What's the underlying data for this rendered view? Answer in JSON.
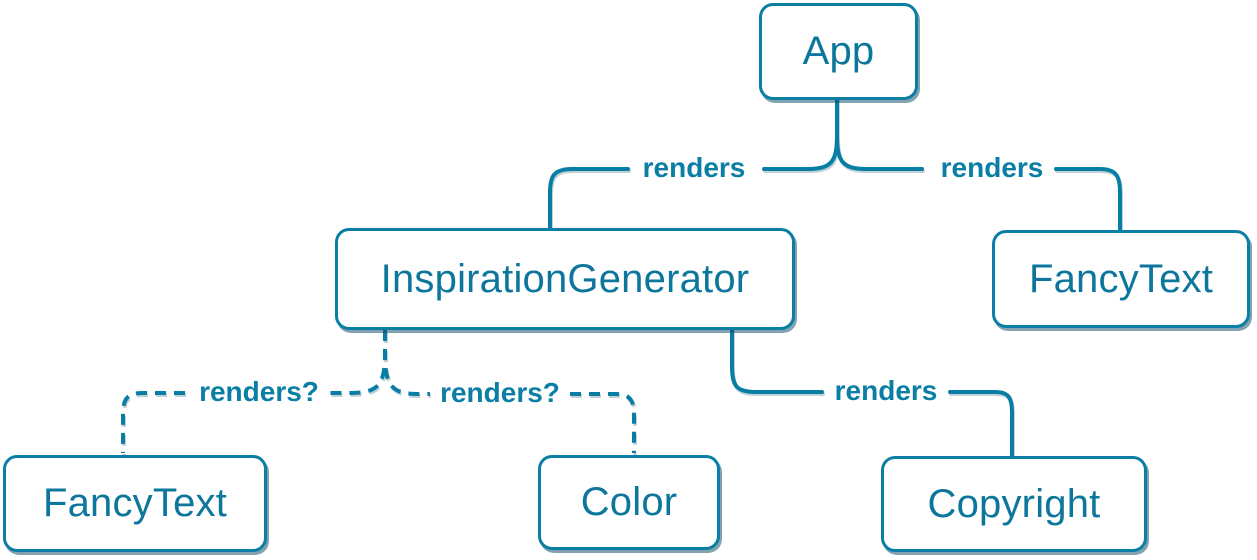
{
  "nodes": [
    {
      "id": "app",
      "label": "App"
    },
    {
      "id": "inspiration-generator",
      "label": "InspirationGenerator"
    },
    {
      "id": "fancy-text-top",
      "label": "FancyText"
    },
    {
      "id": "fancy-text-bottom",
      "label": "FancyText"
    },
    {
      "id": "color",
      "label": "Color"
    },
    {
      "id": "copyright",
      "label": "Copyright"
    }
  ],
  "edges": [
    {
      "from": "App",
      "to": "InspirationGenerator",
      "label": "renders",
      "style": "solid"
    },
    {
      "from": "App",
      "to": "FancyText",
      "label": "renders",
      "style": "solid"
    },
    {
      "from": "InspirationGenerator",
      "to": "FancyText",
      "label": "renders?",
      "style": "dashed"
    },
    {
      "from": "InspirationGenerator",
      "to": "Color",
      "label": "renders?",
      "style": "dashed"
    },
    {
      "from": "InspirationGenerator",
      "to": "Copyright",
      "label": "renders",
      "style": "solid"
    }
  ],
  "colors": {
    "accent": "#087ea4",
    "node_border": "#0a7ea4",
    "node_fill": "#ffffff",
    "shadow": "#0a465f",
    "background": "#ffffff"
  }
}
